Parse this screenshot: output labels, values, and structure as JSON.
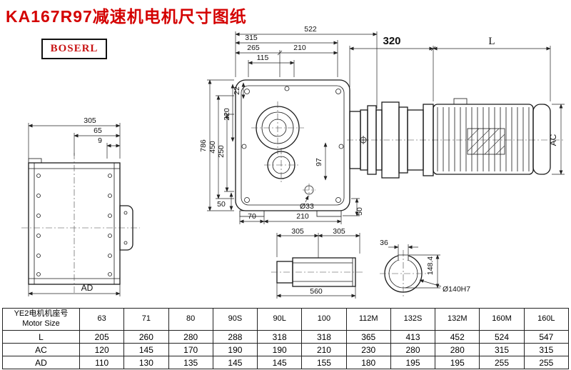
{
  "page": {
    "title": "KA167R97减速机电机尺寸图纸",
    "brand": "BOSERL"
  },
  "front_view": {
    "d522": "522",
    "d315": "315",
    "d265": "265",
    "d210_top": "210",
    "d115": "115",
    "d786": "786",
    "d450": "450",
    "d250": "250",
    "d220": "220",
    "d22": "22",
    "d97": "97",
    "d50_left": "50",
    "d70": "70",
    "d210_bottom": "210",
    "d33": "Ø33",
    "d50_right": "50"
  },
  "motor_view": {
    "d320": "320",
    "dL": "L",
    "dAC": "AC"
  },
  "side_view": {
    "d305": "305",
    "d65": "65",
    "d9": "9",
    "dAD": "AD"
  },
  "shaft_view": {
    "d305a": "305",
    "d305b": "305",
    "d560": "560"
  },
  "shaft_end_view": {
    "d36": "36",
    "d148": "148.4",
    "d140": "Ø140H7"
  },
  "table": {
    "header_line1": "YE2电机机座号",
    "header_line2": "Motor Size",
    "sizes": [
      "63",
      "71",
      "80",
      "90S",
      "90L",
      "100",
      "112M",
      "132S",
      "132M",
      "160M",
      "160L"
    ],
    "rows": [
      {
        "label": "L",
        "values": [
          "205",
          "260",
          "280",
          "288",
          "318",
          "318",
          "365",
          "413",
          "452",
          "524",
          "547"
        ]
      },
      {
        "label": "AC",
        "values": [
          "120",
          "145",
          "170",
          "190",
          "190",
          "210",
          "230",
          "280",
          "280",
          "315",
          "315"
        ]
      },
      {
        "label": "AD",
        "values": [
          "110",
          "130",
          "135",
          "145",
          "145",
          "155",
          "180",
          "195",
          "195",
          "255",
          "255"
        ]
      }
    ]
  }
}
